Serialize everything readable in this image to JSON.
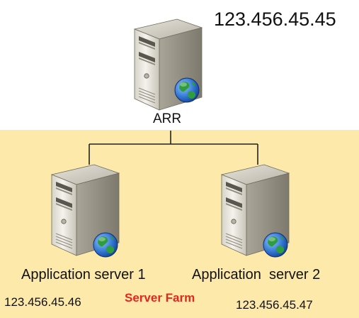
{
  "arr": {
    "label": "ARR",
    "ip": "123.456.45.45"
  },
  "servers": [
    {
      "label": "Application server 1",
      "ip": "123.456.45.46"
    },
    {
      "label": "Application  server 2",
      "ip": "123.456.45.47"
    }
  ],
  "farm": {
    "label": "Server Farm"
  },
  "colors": {
    "farm_background": "#fde9a9",
    "farm_label": "#e0281e",
    "connector": "#222222",
    "globe_ocean": "#2f74d0",
    "globe_land": "#2f9d3e"
  },
  "icons": {
    "server": "server-tower-icon",
    "network": "globe-icon"
  }
}
